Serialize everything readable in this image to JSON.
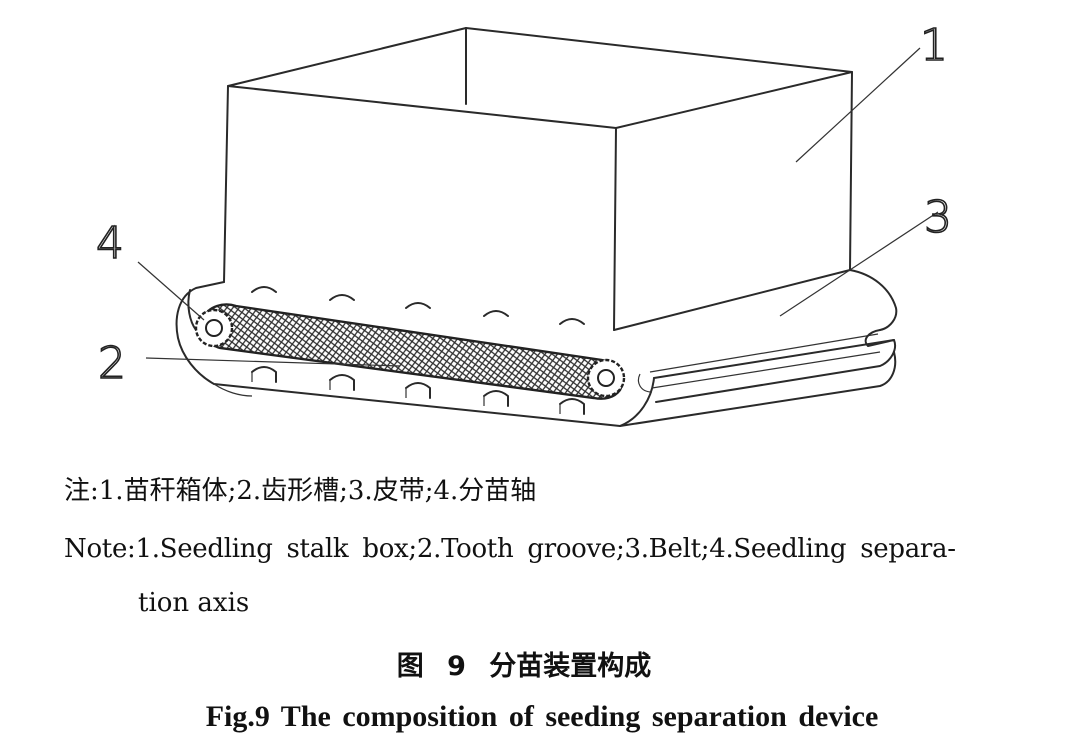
{
  "figure": {
    "callouts": [
      "1",
      "2",
      "3",
      "4"
    ],
    "note_cn": "注:1.苗秆箱体;2.齿形槽;3.皮带;4.分苗轴",
    "note_en_line1": "Note:1.Seedling stalk box;2.Tooth groove;3.Belt;4.Seedling separa-",
    "note_en_line2": "tion axis",
    "caption_cn": "图 9 分苗装置构成",
    "caption_en": "Fig.9 The composition of seeding separation device"
  }
}
